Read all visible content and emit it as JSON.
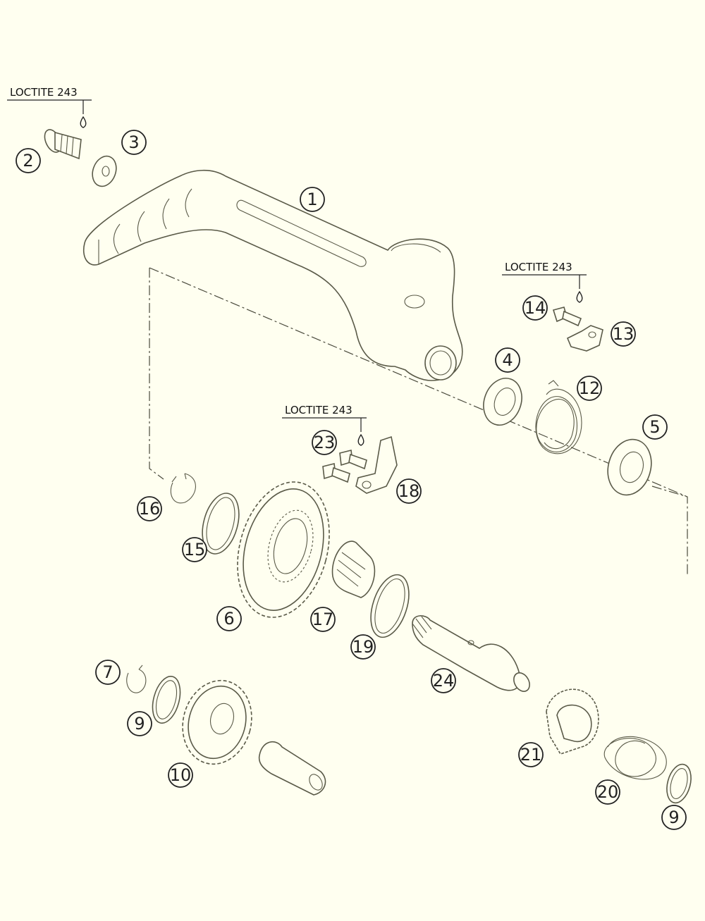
{
  "diagram": {
    "loctite_label": "LOCTITE 243",
    "callouts": [
      "1",
      "2",
      "3",
      "4",
      "5",
      "6",
      "7",
      "9",
      "10",
      "12",
      "13",
      "14",
      "15",
      "16",
      "17",
      "18",
      "19",
      "20",
      "21",
      "23",
      "24",
      "9"
    ]
  }
}
